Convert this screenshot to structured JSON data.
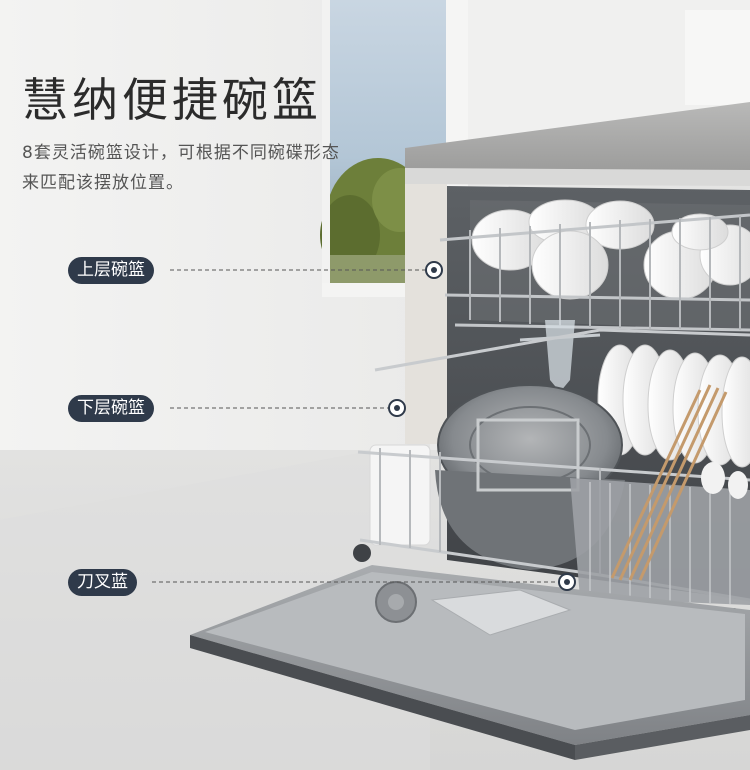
{
  "headline": "慧纳便捷碗篮",
  "description": "8套灵活碗篮设计，可根据不同碗碟形态来匹配该摆放位置。",
  "callouts": {
    "upper": "上层碗篮",
    "lower": "下层碗篮",
    "cutlery": "刀叉蓝"
  },
  "colors": {
    "tag_bg": "#2f3a4a",
    "headline": "#2b2b2b",
    "description": "#555555"
  }
}
